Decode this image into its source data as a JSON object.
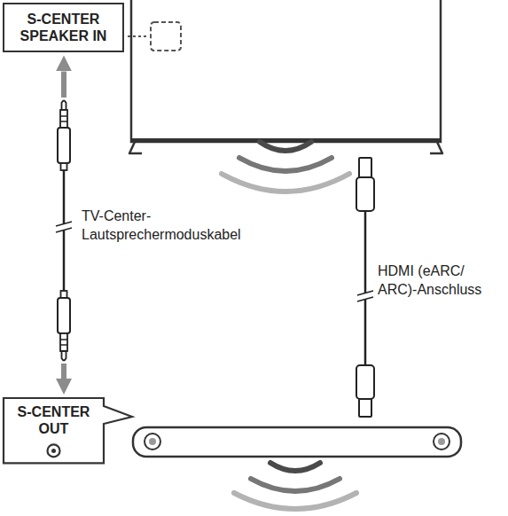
{
  "diagram": {
    "nodes": [
      {
        "text": [
          "S-CENTER SPEAKER IN"
        ]
      },
      {
        "text": [
          "S-CENTER OUT"
        ]
      }
    ],
    "edges": [
      {
        "from": 0,
        "to": 1,
        "arrow": "both",
        "label": "TV-Center- Lautsprechermoduskabel"
      }
    ],
    "labels": [
      "HDMI (eARC/ ARC)-Anschluss"
    ]
  }
}
